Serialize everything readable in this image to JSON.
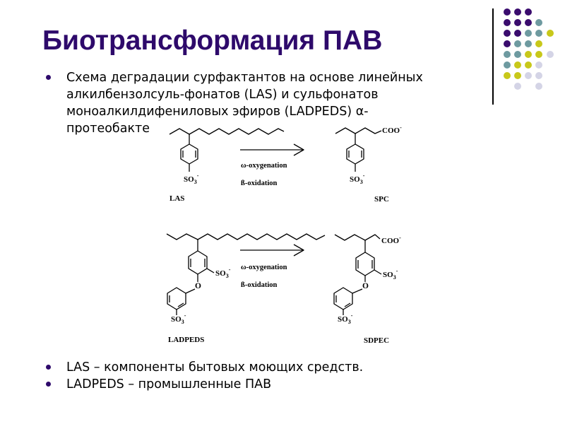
{
  "slide": {
    "title": "Биотрансформация ПАВ",
    "bullets": [
      {
        "lines": [
          "Схема деградации сурфактантов на основе линейных",
          "алкилбензолсуль-фонатов (LAS) и сульфонатов",
          "моноалкилдифениловых эфиров (LADPEDS) α-",
          "протеобакте"
        ]
      }
    ],
    "bottom_bullets": [
      "LAS – компоненты бытовых моющих средств.",
      "LADPEDS –  промышленные ПАВ"
    ],
    "colors": {
      "title": "#2E0A6B",
      "bullet": "#2E0A6B",
      "dot_purple": "#3A0C6E",
      "dot_teal": "#6E9AA0",
      "dot_yellow": "#C8C81A",
      "dot_lavender": "#D4D4E6"
    }
  },
  "diagram": {
    "reaction_1": {
      "substrate_label": "LAS",
      "product_label": "SPC",
      "step_1": "ω-oxygenation",
      "step_2": "ß-oxidation",
      "substituent_sulfonate": "SO3-",
      "product_group": "COO-"
    },
    "reaction_2": {
      "substrate_label": "LADPEDS",
      "product_label": "SDPEC",
      "step_1": "ω-oxygenation",
      "step_2": "ß-oxidation",
      "ether_oxygen": "O",
      "substituent_sulfonate": "SO3-",
      "product_group": "COO-"
    }
  },
  "decoration": {
    "dot_grid": [
      [
        "purple",
        "purple",
        "purple",
        null,
        null
      ],
      [
        "purple",
        "purple",
        "purple",
        "teal",
        null
      ],
      [
        "purple",
        "purple",
        "teal",
        "teal",
        "yellow"
      ],
      [
        "purple",
        "teal",
        "teal",
        "yellow",
        null
      ],
      [
        "teal",
        "teal",
        "yellow",
        "yellow",
        "lavender"
      ],
      [
        "teal",
        "yellow",
        "yellow",
        "lavender",
        null
      ],
      [
        "yellow",
        "yellow",
        "lavender",
        "lavender",
        null
      ],
      [
        null,
        "lavender",
        null,
        "lavender",
        null
      ]
    ]
  }
}
